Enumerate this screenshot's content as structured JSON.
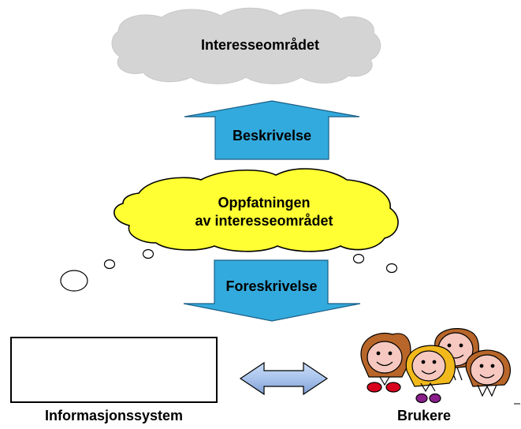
{
  "domain_area": "Interesseområdet",
  "up_arrow_label": "Beskrivelse",
  "perception": {
    "line1": "Oppfatningen",
    "line2": "av interesseområdet"
  },
  "down_arrow_label": "Foreskrivelse",
  "system_label": "Informasjonssystem",
  "users_label": "Brukere",
  "colors": {
    "cloud_gray": "#d4d4d4",
    "thought_yellow": "#ffff33",
    "arrow_blue": "#33aadd",
    "double_arrow": "#a9c4ec",
    "face_skin": "#f6c8c0",
    "hair_brown": "#b8662a",
    "hair_blond": "#f2b91c"
  }
}
